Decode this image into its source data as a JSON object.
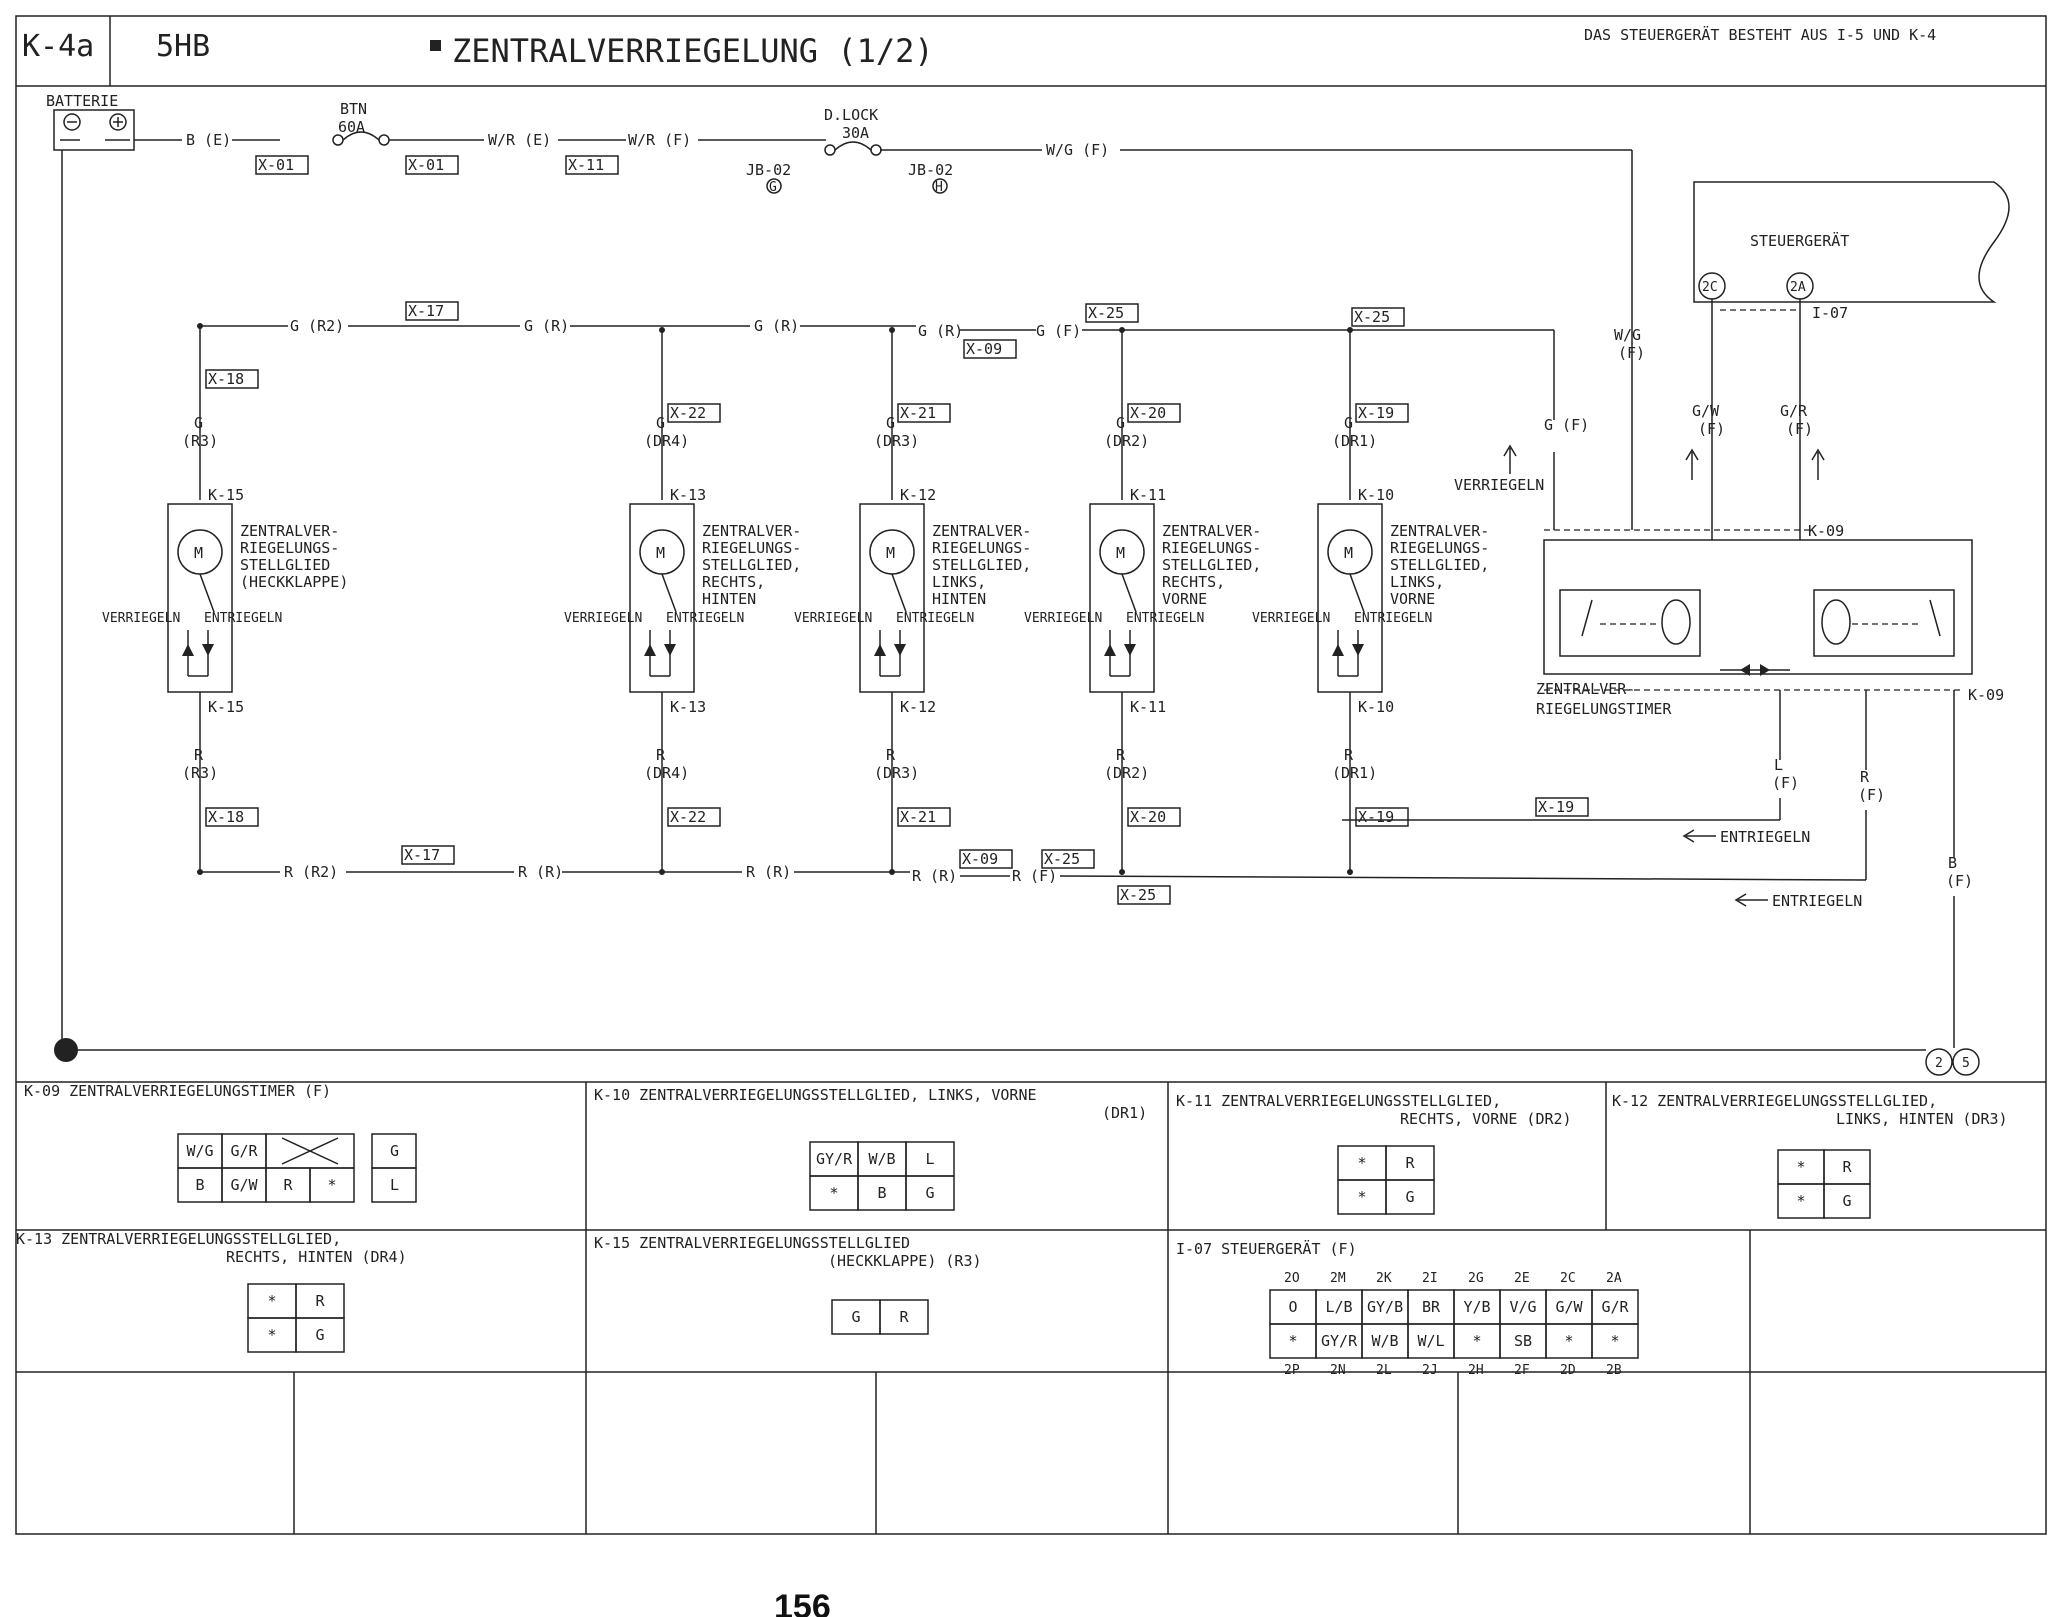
{
  "header": {
    "page_code": "K-4a",
    "model": "5HB",
    "title": "ZENTRALVERRIEGELUNG (1/2)",
    "note": "DAS STEUERGERÄT BESTEHT AUS I-5 UND K-4"
  },
  "supply": {
    "battery": "BATTERIE",
    "fuse_btn": "BTN",
    "fuse_btn_amp": "60A",
    "fuse_dlock": "D.LOCK",
    "fuse_dlock_amp": "30A",
    "wire_be": "B (E)",
    "wire_wre": "W/R (E)",
    "wire_wrf": "W/R (F)",
    "wire_wgf": "W/G (F)",
    "x01": "X-01",
    "x11": "X-11",
    "jb02": "JB-02",
    "jb_g": "G",
    "jb_h": "H"
  },
  "control_unit": {
    "label": "STEUERGERÄT",
    "pin_2c": "2C",
    "pin_2a": "2A",
    "conn": "I-07",
    "wire_gw": "G/W",
    "wire_gr": "G/R",
    "wire_wg": "W/G",
    "f": "(F)"
  },
  "timer": {
    "label_1": "ZENTRALVER-",
    "label_2": "RIEGELUNGSTIMER",
    "conn": "K-09",
    "verriegeln": "VERRIEGELN",
    "entriegeln": "ENTRIEGELN",
    "wire_l": "L",
    "wire_r": "R",
    "wire_b": "B",
    "wire_g": "G",
    "f": "(F)",
    "ground_2": "2",
    "ground_5": "5"
  },
  "wiring": {
    "g_r2": "G (R2)",
    "g_r": "G (R)",
    "g_f": "G (F)",
    "r_r2": "R (R2)",
    "r_r": "R (R)",
    "r_f": "R (F)",
    "x09": "X-09",
    "x17": "X-17",
    "x19": "X-19",
    "x25": "X-25",
    "wire_l_dr1": "L",
    "dr1": "(DR1)"
  },
  "actuators": [
    {
      "conn": "K-15",
      "x": "X-18",
      "code": "(R3)",
      "l1": "ZENTRALVER-",
      "l2": "RIEGELUNGS-",
      "l3": "STELLGLIED",
      "l4": "(HECKKLAPPE)",
      "l5": ""
    },
    {
      "conn": "K-13",
      "x": "X-22",
      "code": "(DR4)",
      "l1": "ZENTRALVER-",
      "l2": "RIEGELUNGS-",
      "l3": "STELLGLIED,",
      "l4": "RECHTS,",
      "l5": "HINTEN"
    },
    {
      "conn": "K-12",
      "x": "X-21",
      "code": "(DR3)",
      "l1": "ZENTRALVER-",
      "l2": "RIEGELUNGS-",
      "l3": "STELLGLIED,",
      "l4": "LINKS,",
      "l5": "HINTEN"
    },
    {
      "conn": "K-11",
      "x": "X-20",
      "code": "(DR2)",
      "l1": "ZENTRALVER-",
      "l2": "RIEGELUNGS-",
      "l3": "STELLGLIED,",
      "l4": "RECHTS,",
      "l5": "VORNE"
    },
    {
      "conn": "K-10",
      "x": "X-19",
      "code": "(DR1)",
      "l1": "ZENTRALVER-",
      "l2": "RIEGELUNGS-",
      "l3": "STELLGLIED,",
      "l4": "LINKS,",
      "l5": "VORNE"
    }
  ],
  "act_common": {
    "motor": "M",
    "verriegeln": "VERRIEGELN",
    "entriegeln": "ENTRIEGELN",
    "g": "G",
    "r": "R",
    "g_paren": "(R)",
    "f_paren": "(F)"
  },
  "connectors": {
    "k09_title": "K-09  ZENTRALVERRIEGELUNGSTIMER (F)",
    "k09_row1": [
      "W/G",
      "G/R",
      "",
      "G"
    ],
    "k09_row2": [
      "B",
      "G/W",
      "R",
      "*",
      "L"
    ],
    "k10_title": "K-10  ZENTRALVERRIEGELUNGSSTELLGLIED, LINKS, VORNE",
    "k10_sub": "(DR1)",
    "k10_row1": [
      "GY/R",
      "W/B",
      "L"
    ],
    "k10_row2": [
      "*",
      "B",
      "G"
    ],
    "k11_title": "K-11  ZENTRALVERRIEGELUNGSSTELLGLIED,",
    "k11_sub": "RECHTS, VORNE (DR2)",
    "k12_title": "K-12  ZENTRALVERRIEGELUNGSSTELLGLIED,",
    "k12_sub": "LINKS, HINTEN (DR3)",
    "k13_title": "K-13  ZENTRALVERRIEGELUNGSSTELLGLIED,",
    "k13_sub": "RECHTS, HINTEN (DR4)",
    "k15_title": "K-15  ZENTRALVERRIEGELUNGSSTELLGLIED",
    "k15_sub": "(HECKKLAPPE) (R3)",
    "small_cells": [
      "*",
      "R",
      "*",
      "G"
    ],
    "k15_cells": [
      "G",
      "R"
    ],
    "i07_title": "I-07  STEUERGERÄT (F)",
    "i07_top_labels": [
      "2O",
      "2M",
      "2K",
      "2I",
      "2G",
      "2E",
      "2C",
      "2A"
    ],
    "i07_row1": [
      "O",
      "L/B",
      "GY/B",
      "BR",
      "Y/B",
      "V/G",
      "G/W",
      "G/R"
    ],
    "i07_row2": [
      "*",
      "GY/R",
      "W/B",
      "W/L",
      "*",
      "SB",
      "*",
      "*"
    ],
    "i07_bottom_labels": [
      "2P",
      "2N",
      "2L",
      "2J",
      "2H",
      "2F",
      "2D",
      "2B"
    ]
  },
  "page_number": "156"
}
